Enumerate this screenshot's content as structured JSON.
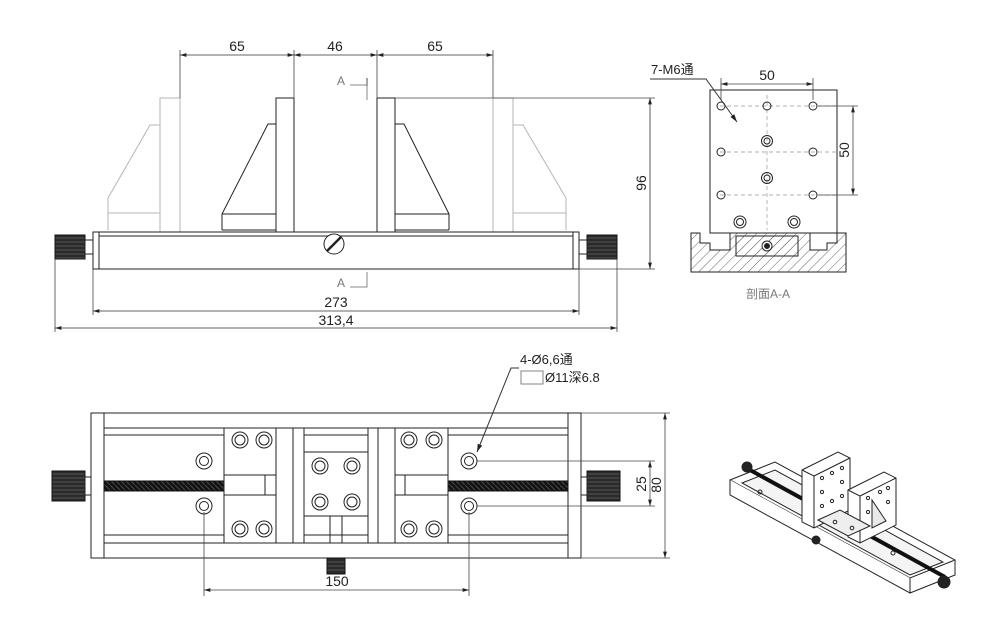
{
  "colors": {
    "line": "#222222",
    "ghost": "#b0b0b0",
    "dim": "#333333",
    "hatch": "#555555"
  },
  "front_view": {
    "dim_top_left": "65",
    "dim_top_mid": "46",
    "dim_top_right": "65",
    "dim_height": "96",
    "dim_inner_length": "273",
    "dim_total_length": "313,4",
    "section_mark_top": "A",
    "section_mark_bottom": "A"
  },
  "section_view": {
    "hole_note": "7-M6通",
    "dim_width": "50",
    "dim_height": "50",
    "caption": "剖面A-A"
  },
  "top_view": {
    "hole_note_line1": "4-Ø6,6通",
    "hole_note_line2": "Ø11深6.8",
    "dim_spacing": "150",
    "dim_inner": "25",
    "dim_outer": "80"
  },
  "iso_view": {
    "icon": "isometric-assembly-icon"
  }
}
